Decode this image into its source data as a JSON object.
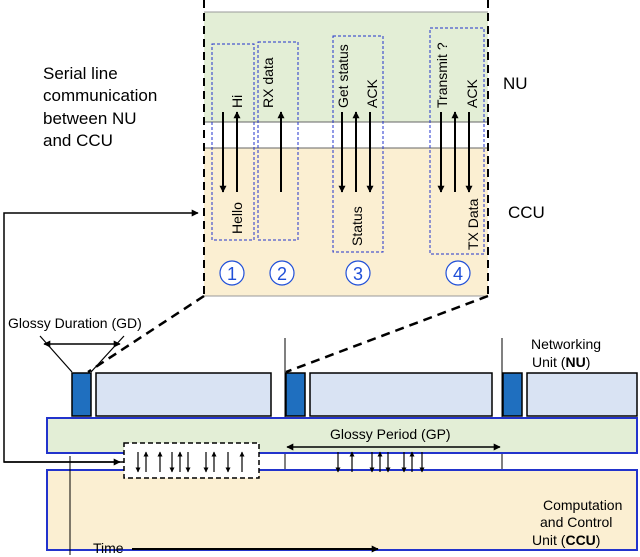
{
  "caption": {
    "lines": [
      "Serial line",
      "communication",
      "between NU",
      "and CCU"
    ]
  },
  "zone_labels": {
    "nu": "NU",
    "ccu": "CCU"
  },
  "exchanges": [
    {
      "number": "1",
      "top": [
        "Hi"
      ],
      "bottom": [
        "Hello"
      ]
    },
    {
      "number": "2",
      "top": [
        "RX data"
      ],
      "bottom": []
    },
    {
      "number": "3",
      "top": [
        "Get status",
        "ACK"
      ],
      "bottom": [
        "Status"
      ]
    },
    {
      "number": "4",
      "top": [
        "Transmit ?",
        "ACK"
      ],
      "bottom": [
        "TX Data"
      ]
    }
  ],
  "timeline": {
    "glossy_duration": "Glossy Duration (GD)",
    "glossy_period": "Glossy Period (GP)",
    "time": "Time"
  },
  "nu_label": {
    "line1": "Networking",
    "line2_prefix": "Unit (",
    "line2_bold": "NU",
    "line2_suffix": ")"
  },
  "ccu_label": {
    "line1": "Computation",
    "line2": "and Control",
    "line3_prefix": "Unit (",
    "line3_bold": "CCU",
    "line3_suffix": ")"
  },
  "colors": {
    "nu_zone": "#e3eed6",
    "ccu_zone": "#fbefd2",
    "accent_blue": "#1f4fd8",
    "glossy_slot": "#1f6fbf",
    "busy_slot": "#d9e3f3",
    "border_blue": "#2233cc"
  }
}
